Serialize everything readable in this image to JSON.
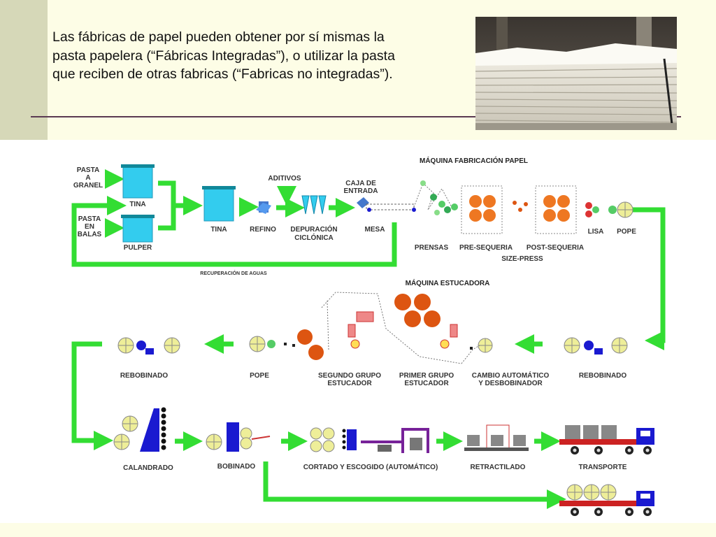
{
  "intro": {
    "text": "Las fábricas de papel pueden obtener por sí mismas la pasta papelera (“Fábricas Integradas”), o utilizar la pasta que reciben de otras fabricas (“Fabricas no integradas”)."
  },
  "photo": {
    "icon": "paper-pulp-stack-photo"
  },
  "diagram": {
    "section_titles": {
      "paper_machine": "MÁQUINA FABRICACIÓN PAPEL",
      "coating_machine": "MÁQUINA ESTUCADORA"
    },
    "inputs": {
      "bulk_pulp": [
        "PASTA",
        "A",
        "GRANEL"
      ],
      "bale_pulp": [
        "PASTA",
        "EN",
        "BALAS"
      ]
    },
    "row1": {
      "tina_top": "TINA",
      "pulper": "PULPER",
      "tina": "TINA",
      "refino": "REFINO",
      "aditivos": "ADITIVOS",
      "depuracion": [
        "DEPURACIÓN",
        "CICLÓNICA"
      ],
      "caja": [
        "CAJA DE",
        "ENTRADA"
      ],
      "mesa": "MESA",
      "prensas": "PRENSAS",
      "presequeria": "PRE-SEQUERIA",
      "postsequeria": "POST-SEQUERIA",
      "sizepress": "SIZE-PRESS",
      "lisa": "LISA",
      "pope": "POPE",
      "recuperacion": "RECUPERACIÓN DE AGUAS"
    },
    "row2": {
      "rebobinado_right": "REBOBINADO",
      "cambio": [
        "CAMBIO AUTOMÁTICO",
        "Y DESBOBINADOR"
      ],
      "primer": [
        "PRIMER GRUPO",
        "ESTUCADOR"
      ],
      "segundo": [
        "SEGUNDO GRUPO",
        "ESTUCADOR"
      ],
      "pope": "POPE",
      "rebobinado_left": "REBOBINADO"
    },
    "row3": {
      "calandrado": "CALANDRADO",
      "bobinado": "BOBINADO",
      "cortado": "CORTADO Y ESCOGIDO (AUTOMÁTICO)",
      "retractilado": "RETRACTILADO",
      "transporte": "TRANSPORTE"
    },
    "colors": {
      "arrow": "#33dd33",
      "tank": "#33ccee",
      "roll": "#ee7722",
      "coater_roll": "#dd5511",
      "reel": "#eeee99",
      "blue": "#1a1ad0",
      "truck": "#1a1ad0",
      "purple": "#772299"
    }
  }
}
